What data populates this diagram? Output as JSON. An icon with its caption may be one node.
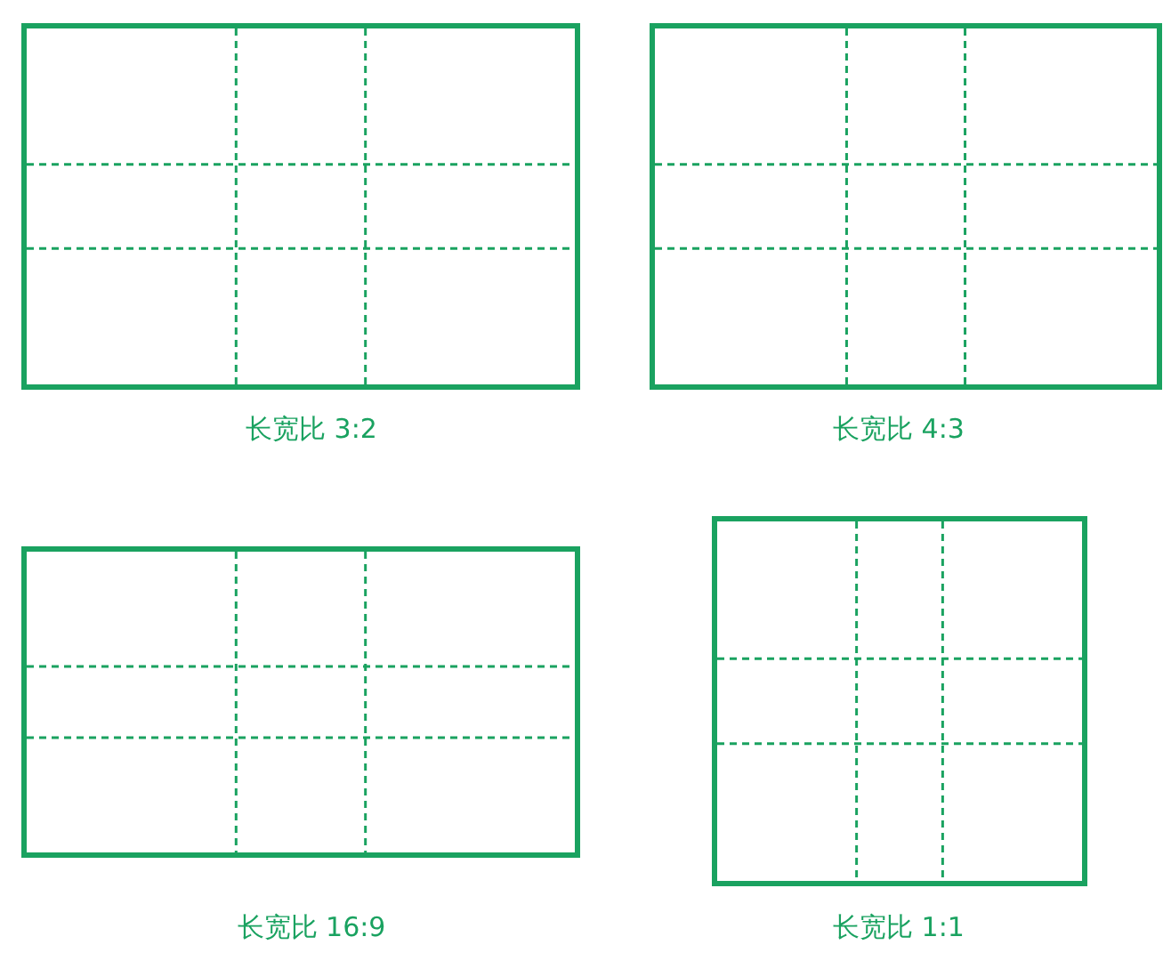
{
  "diagram": {
    "nodes": [
      {
        "text": [],
        "shape": "box",
        "beside": [
          "长宽比 3:2"
        ]
      },
      {
        "text": [],
        "shape": "box",
        "beside": [
          "长宽比 4:3"
        ]
      },
      {
        "text": [],
        "shape": "box",
        "beside": [
          "长宽比 16:9"
        ]
      },
      {
        "text": [],
        "shape": "box",
        "beside": [
          "长宽比 1:1"
        ]
      }
    ]
  }
}
